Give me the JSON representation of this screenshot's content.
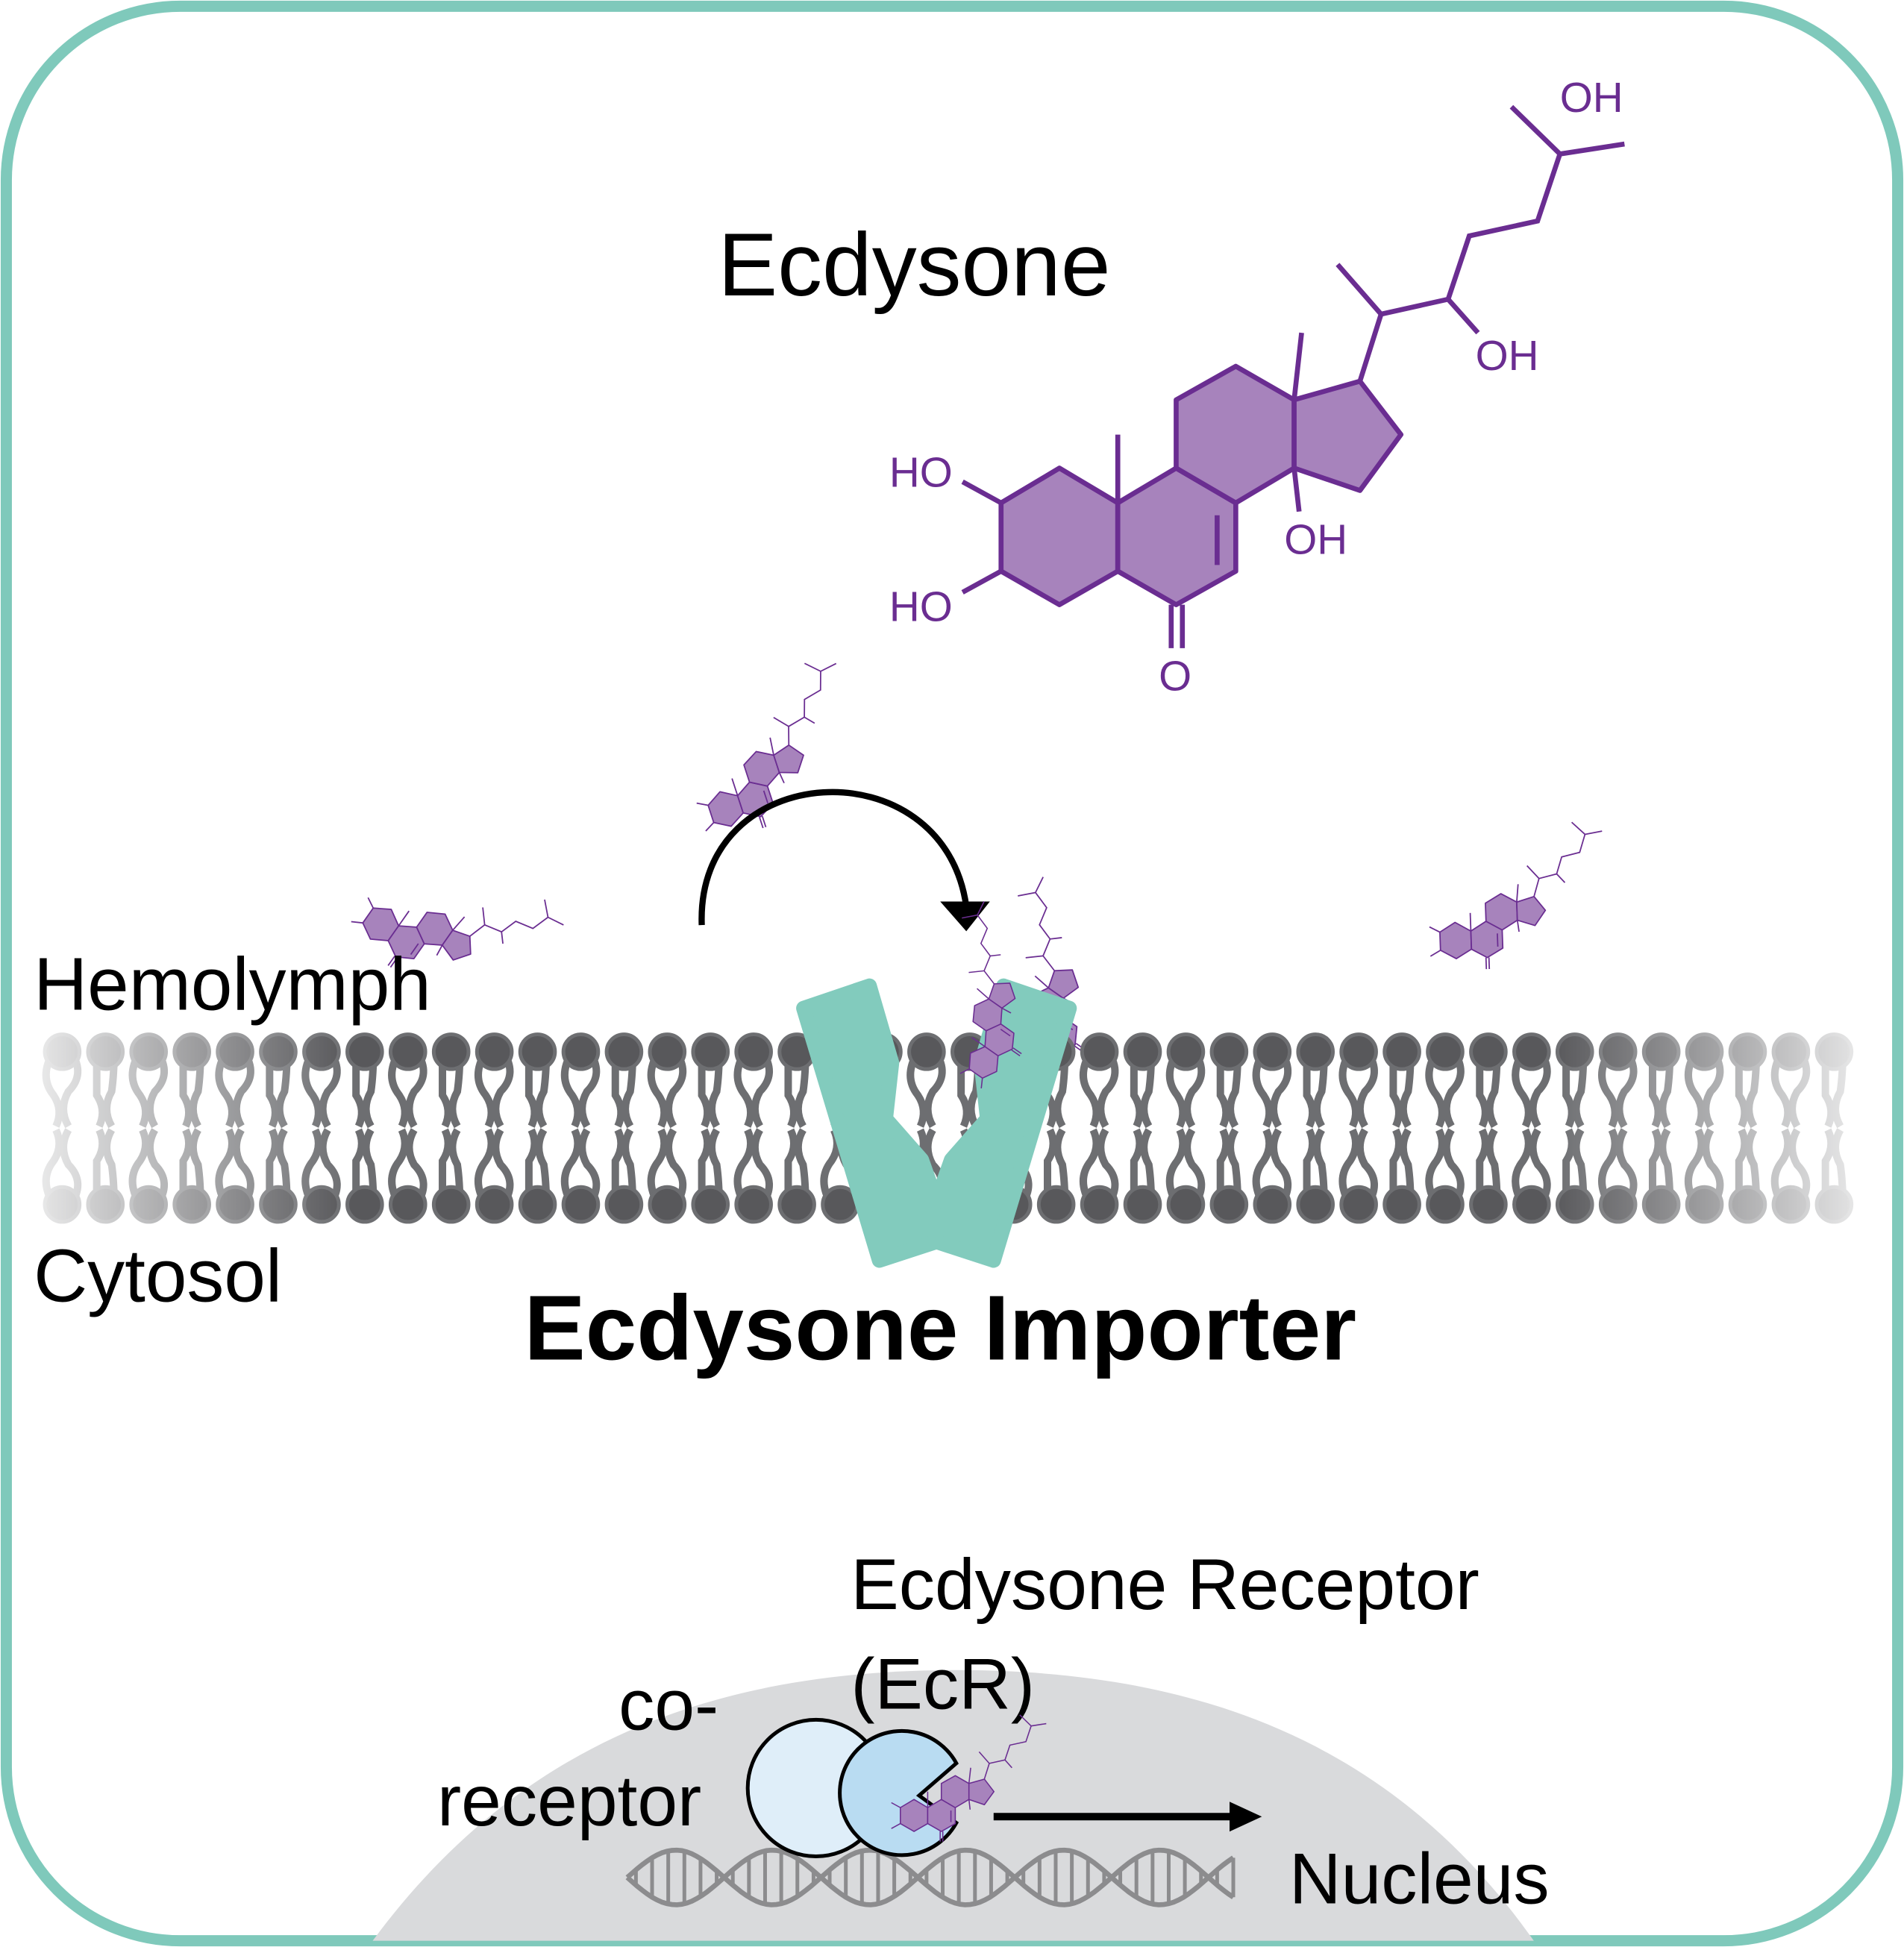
{
  "title": "Ecdysone",
  "molecule_labels": {
    "ho_top": "HO",
    "ho_bottom": "HO",
    "ketone": "O",
    "oh_ring": "OH",
    "oh_chain": "OH",
    "oh_terminal": "OH"
  },
  "compartments": {
    "outside": "Hemolymph",
    "inside": "Cytosol"
  },
  "importer_label": "Ecdysone Importer",
  "receptor": {
    "name": "Ecdysone Receptor",
    "abbrev": "(EcR)",
    "co_receptor_line1": "co-",
    "co_receptor_line2": "receptor"
  },
  "nucleus_label": "Nucleus",
  "colors": {
    "frame": "#7fc9bb",
    "importer": "#82cbbd",
    "molecule_stroke": "#6a2d91",
    "molecule_fill": "#a783bc",
    "lipid": "#58585b",
    "nucleus": "#d9dadc",
    "ecr": "#b9dcf2",
    "co_receptor": "#dfeef9"
  }
}
